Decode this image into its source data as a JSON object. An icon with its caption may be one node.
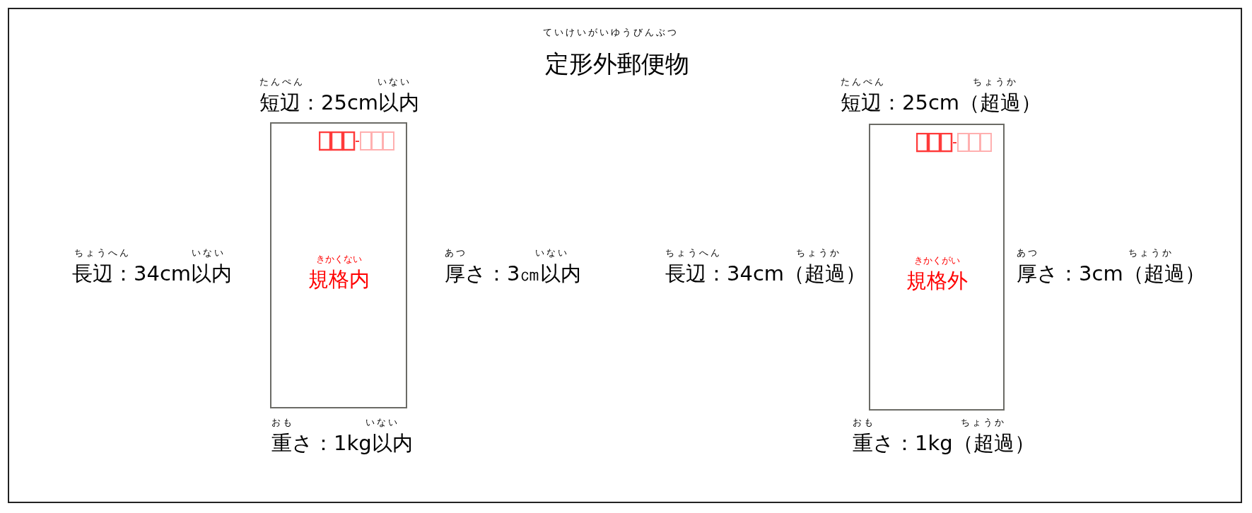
{
  "diagram": {
    "title": "定形外郵便物",
    "nodes": [
      {
        "text": [
          "きかくない",
          "規格内"
        ]
      },
      {
        "text": [
          "きかくがい",
          "規格外"
        ]
      }
    ],
    "labels": [
      "ていけいがいゆうびんぶつ",
      "たんぺん",
      "いない",
      "短辺：25cm以内",
      "たんぺん",
      "ちょうか",
      "短辺：25cm（超過）",
      "ちょうへん",
      "いない",
      "長辺：34cm以内",
      "あつ",
      "いない",
      "厚さ：3㎝以内",
      "ちょうへん",
      "ちょうか",
      "長辺：34cm（超過）",
      "あつ",
      "ちょうか",
      "厚さ：3cm（超過）",
      "おも",
      "いない",
      "重さ：1kg以内",
      "おも",
      "ちょうか",
      "重さ：1kg（超過）"
    ]
  }
}
